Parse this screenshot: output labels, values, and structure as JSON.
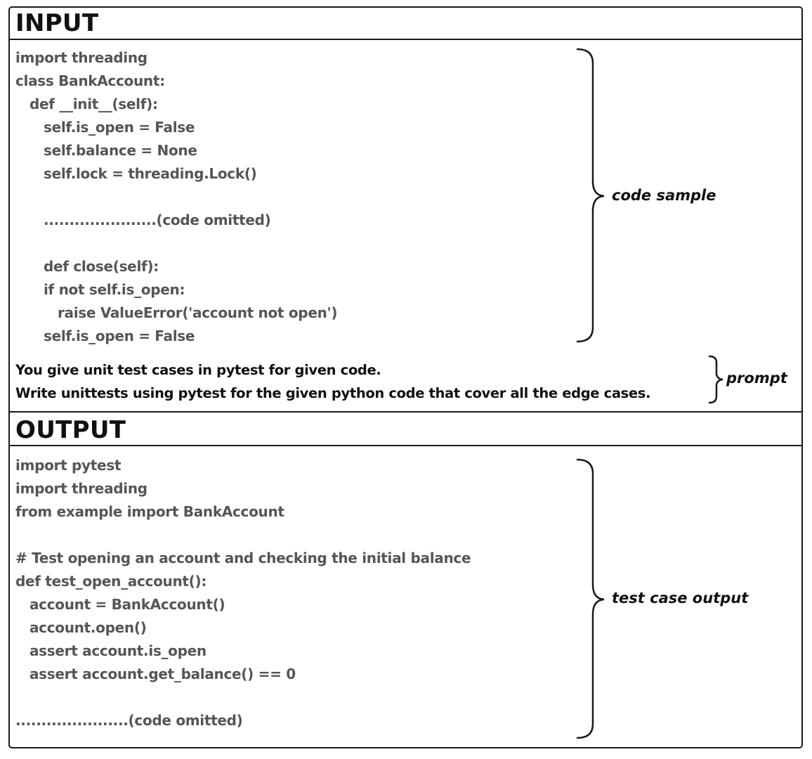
{
  "input": {
    "title": "INPUT",
    "code_lines": [
      "import threading",
      "class BankAccount:",
      "   def __init__(self):",
      "      self.is_open = False",
      "      self.balance = None",
      "      self.lock = threading.Lock()",
      "",
      "      ......................(code omitted)",
      "",
      "      def close(self):",
      "      if not self.is_open:",
      "         raise ValueError('account not open')",
      "      self.is_open = False"
    ],
    "code_label": "code sample",
    "prompt_lines": [
      "You give unit test cases in pytest for given code.",
      "Write unittests using pytest for the given python code that cover all the edge cases."
    ],
    "prompt_label": "prompt"
  },
  "output": {
    "title": "OUTPUT",
    "code_lines": [
      "import pytest",
      "import threading",
      "from example import BankAccount",
      "",
      "# Test opening an account and checking the initial balance",
      "def test_open_account():",
      "   account = BankAccount()",
      "   account.open()",
      "   assert account.is_open",
      "   assert account.get_balance() == 0",
      "",
      "......................(code omitted)"
    ],
    "code_label": "test case output"
  }
}
